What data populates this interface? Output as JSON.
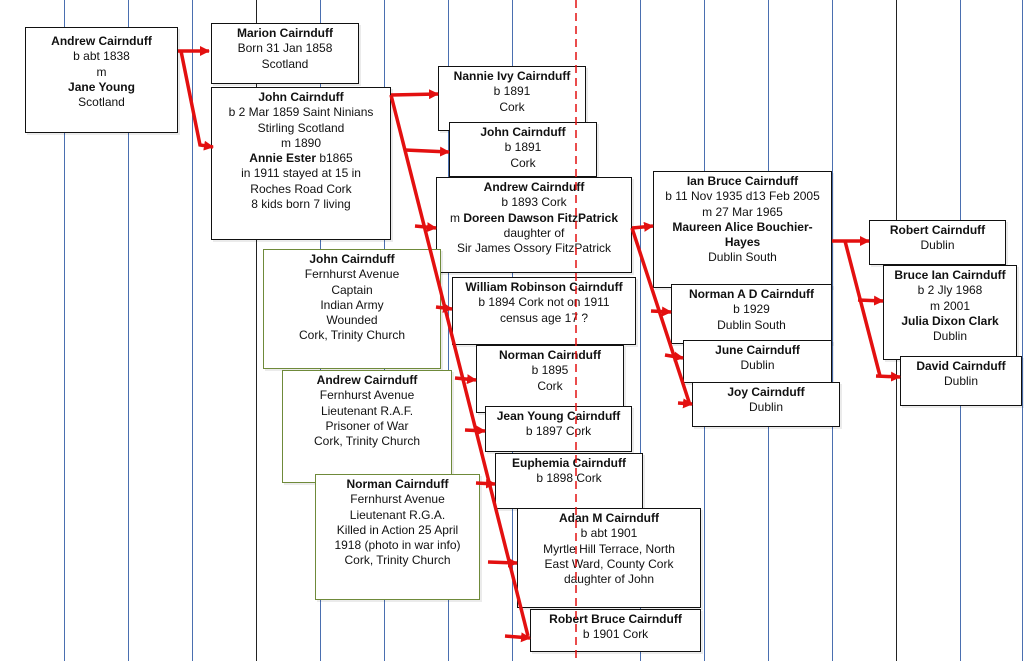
{
  "colors": {
    "connector": "#e31010",
    "grid_line": "#4a6fb0",
    "box_border": "#111111",
    "note_border": "#6f8a3a"
  },
  "people": {
    "andrew_sr": {
      "lines": [
        {
          "t": "Andrew Cairnduff",
          "b": true
        },
        {
          "t": "b abt 1838"
        },
        {
          "t": "m"
        },
        {
          "t": "Jane Young",
          "b": true
        },
        {
          "t": "Scotland"
        }
      ]
    },
    "marion": {
      "lines": [
        {
          "t": "Marion Cairnduff",
          "b": true
        },
        {
          "t": "Born 31 Jan 1858"
        },
        {
          "t": "Scotland"
        }
      ]
    },
    "john_sr": {
      "lines": [
        {
          "t": "John Cairnduff",
          "b": true
        },
        {
          "t": "b 2 Mar 1859 Saint Ninians"
        },
        {
          "t": "Stirling Scotland"
        },
        {
          "t": "m 1890"
        },
        {
          "t": "Annie Ester",
          "b": true,
          "suffix": " b1865"
        },
        {
          "t": "in 1911 stayed at 15 in"
        },
        {
          "t": "Roches Road Cork"
        },
        {
          "t": "8 kids born 7 living"
        }
      ]
    },
    "nannie": {
      "lines": [
        {
          "t": "Nannie Ivy Cairnduff",
          "b": true
        },
        {
          "t": "b 1891"
        },
        {
          "t": "Cork"
        }
      ]
    },
    "john_b1891": {
      "lines": [
        {
          "t": "John Cairnduff",
          "b": true
        },
        {
          "t": "b 1891"
        },
        {
          "t": "Cork"
        }
      ]
    },
    "andrew_1893": {
      "lines": [
        {
          "t": "Andrew  Cairnduff",
          "b": true
        },
        {
          "t": "b 1893 Cork"
        },
        {
          "t": "m ",
          "suffix_b": "Doreen Dawson FitzPatrick"
        },
        {
          "t": "daughter of"
        },
        {
          "t": "Sir James Ossory FitzPatrick"
        }
      ]
    },
    "john_note": {
      "lines": [
        {
          "t": "John Cairnduff",
          "b": true
        },
        {
          "t": "Fernhurst Avenue"
        },
        {
          "t": "Captain"
        },
        {
          "t": "Indian  Army"
        },
        {
          "t": "Wounded"
        },
        {
          "t": "Cork, Trinity Church"
        }
      ]
    },
    "william": {
      "lines": [
        {
          "t": "William Robinson Cairnduff",
          "b": true
        },
        {
          "t": "b 1894 Cork not on 1911"
        },
        {
          "t": "census age 17 ?"
        }
      ]
    },
    "norman_1895": {
      "lines": [
        {
          "t": "Norman  Cairnduff",
          "b": true
        },
        {
          "t": "b 1895"
        },
        {
          "t": "Cork"
        }
      ]
    },
    "andrew_note": {
      "lines": [
        {
          "t": "Andrew Cairnduff",
          "b": true
        },
        {
          "t": "Fernhurst  Avenue"
        },
        {
          "t": "Lieutenant  R.A.F."
        },
        {
          "t": "Prisoner of War"
        },
        {
          "t": "Cork, Trinity Church"
        }
      ]
    },
    "jean": {
      "lines": [
        {
          "t": "Jean Young Cairnduff",
          "b": true
        },
        {
          "t": "b 1897 Cork"
        }
      ]
    },
    "euphemia": {
      "lines": [
        {
          "t": "Euphemia Cairnduff",
          "b": true
        },
        {
          "t": "b 1898 Cork"
        }
      ]
    },
    "norman_note": {
      "lines": [
        {
          "t": "Norman Cairnduff",
          "b": true
        },
        {
          "t": "Fernhurst Avenue"
        },
        {
          "t": "Lieutenant  R.G.A."
        },
        {
          "t": "Killed in Action 25 April"
        },
        {
          "t": "1918 (photo in war info)"
        },
        {
          "t": "Cork, Trinity Church"
        }
      ]
    },
    "adan": {
      "lines": [
        {
          "t": "Adan M Cairnduff",
          "b": true
        },
        {
          "t": "b abt 1901"
        },
        {
          "t": "Myrtle Hill Terrace,  North"
        },
        {
          "t": "East Ward, County Cork"
        },
        {
          "t": "daughter of John"
        }
      ]
    },
    "robert_bruce": {
      "lines": [
        {
          "t": "Robert Bruce Cairnduff",
          "b": true
        },
        {
          "t": "b 1901 Cork"
        }
      ]
    },
    "ian_bruce": {
      "lines": [
        {
          "t": "Ian Bruce Cairnduff",
          "b": true
        },
        {
          "t": "b 11 Nov 1935 d13 Feb 2005"
        },
        {
          "t": "m 27 Mar 1965"
        },
        {
          "t": "Maureen Alice Bouchier-",
          "b": true
        },
        {
          "t": "Hayes",
          "b": true
        },
        {
          "t": "Dublin South"
        }
      ]
    },
    "norman_ad": {
      "lines": [
        {
          "t": "Norman A D Cairnduff",
          "b": true
        },
        {
          "t": "b 1929"
        },
        {
          "t": "Dublin South"
        }
      ]
    },
    "june": {
      "lines": [
        {
          "t": "June Cairnduff",
          "b": true
        },
        {
          "t": "Dublin"
        }
      ]
    },
    "joy": {
      "lines": [
        {
          "t": "Joy Cairnduff",
          "b": true
        },
        {
          "t": "Dublin"
        }
      ]
    },
    "robert": {
      "lines": [
        {
          "t": "Robert Cairnduff",
          "b": true
        },
        {
          "t": "Dublin"
        }
      ]
    },
    "bruce_ian": {
      "lines": [
        {
          "t": "Bruce Ian Cairnduff",
          "b": true
        },
        {
          "t": "b 2 Jly 1968"
        },
        {
          "t": "m 2001"
        },
        {
          "t": "Julia Dixon Clark",
          "b": true
        },
        {
          "t": "Dublin"
        }
      ]
    },
    "david": {
      "lines": [
        {
          "t": "David Cairnduff",
          "b": true
        },
        {
          "t": "Dublin"
        }
      ]
    }
  }
}
